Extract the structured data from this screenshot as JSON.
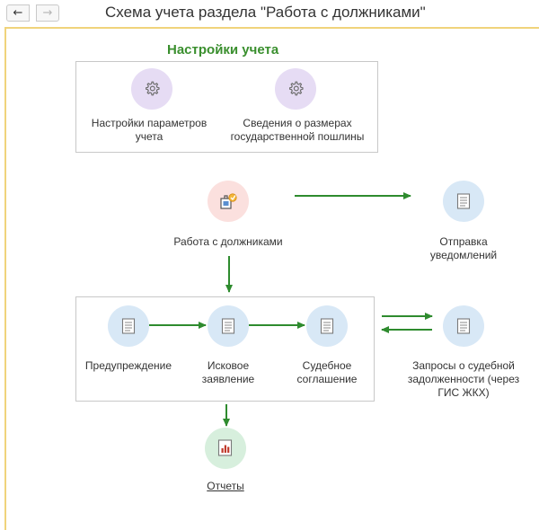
{
  "window": {
    "title": "Схема учета раздела \"Работа с должниками\"",
    "nav_back_glyph": "←",
    "nav_forward_glyph": "→"
  },
  "settings": {
    "title": "Настройки учета",
    "items": [
      {
        "label": "Настройки параметров учета",
        "icon": "gear-icon"
      },
      {
        "label": "Сведения о размерах государственной пошлины",
        "icon": "gear-icon"
      }
    ]
  },
  "scheme": {
    "debtors": {
      "label": "Работа с должниками",
      "icon": "debtor-workplace-icon"
    },
    "notifications": {
      "label": "Отправка уведомлений",
      "icon": "document-icon"
    },
    "warning": {
      "label": "Предупреждение",
      "icon": "document-icon"
    },
    "claim": {
      "label": "Исковое заявление",
      "icon": "document-icon"
    },
    "agreement": {
      "label": "Судебное соглашение",
      "icon": "document-icon"
    },
    "requests": {
      "label": "Запросы о судебной задолженности (через ГИС ЖКХ)",
      "icon": "document-icon"
    },
    "reports": {
      "label": "Отчеты",
      "icon": "report-icon"
    }
  },
  "colors": {
    "section_title": "#3a8f2e",
    "arrow": "#2e8b2e",
    "frame": "#f0d37b",
    "purple_circle": "#e6dcf4",
    "blue_circle": "#d8e8f6",
    "pink_circle": "#fbe0de",
    "green_circle": "#d7efdd"
  }
}
